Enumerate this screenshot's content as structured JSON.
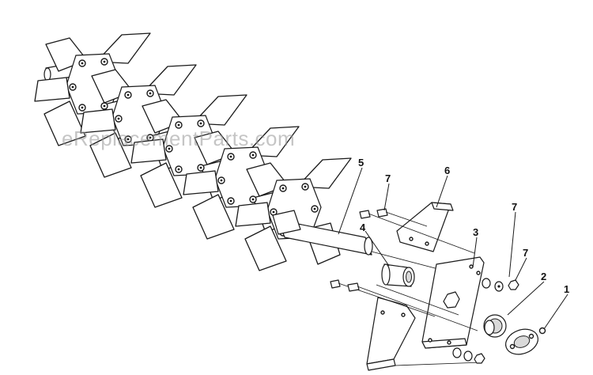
{
  "diagram": {
    "watermark": "eReplacementParts.com",
    "callouts": [
      {
        "id": "c1",
        "label": "1"
      },
      {
        "id": "c2",
        "label": "2"
      },
      {
        "id": "c3",
        "label": "3"
      },
      {
        "id": "c4",
        "label": "4"
      },
      {
        "id": "c5",
        "label": "5"
      },
      {
        "id": "c6",
        "label": "6"
      },
      {
        "id": "c7a",
        "label": "7"
      },
      {
        "id": "c7b",
        "label": "7"
      },
      {
        "id": "c7c",
        "label": "7"
      }
    ]
  }
}
